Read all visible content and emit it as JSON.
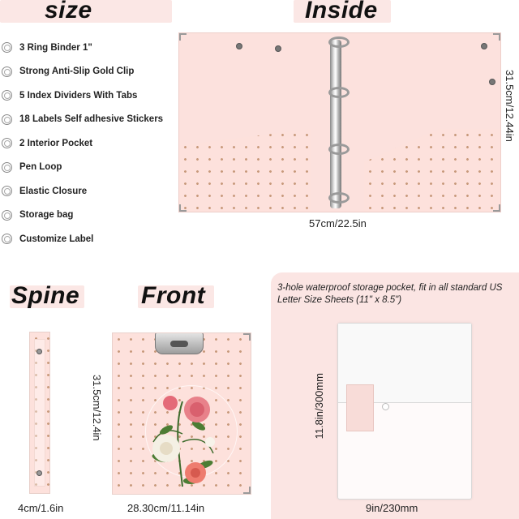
{
  "titles": {
    "size": "size",
    "inside": "Inside",
    "spine": "Spine",
    "front": "Front"
  },
  "features": [
    "3 Ring Binder 1\"",
    "Strong Anti-Slip Gold Clip",
    "5 Index Dividers With Tabs",
    "18 Labels Self adhesive Stickers",
    "2 Interior Pocket",
    "Pen Loop",
    "Elastic Closure",
    "Storage bag",
    "Customize Label"
  ],
  "inside": {
    "height_label": "31.5cm/12.44in",
    "width_label": "57cm/22.5in"
  },
  "spine": {
    "width_label": "4cm/1.6in"
  },
  "front": {
    "height_label": "31.5cm/12.4in",
    "width_label": "28.30cm/11.14in"
  },
  "pocket": {
    "caption": "3-hole waterproof  storage pocket, fit in all standard US Letter Size Sheets (11\" x 8.5\")",
    "height_label": "11.8in/300mm",
    "width_label": "9in/230mm"
  },
  "colors": {
    "pink": "#fce1dd",
    "dot": "#c89a7c",
    "panel": "#fbe5e3"
  },
  "icons": {
    "bullet": "circle-bullet-icon",
    "flower": "rose-bouquet-icon"
  }
}
